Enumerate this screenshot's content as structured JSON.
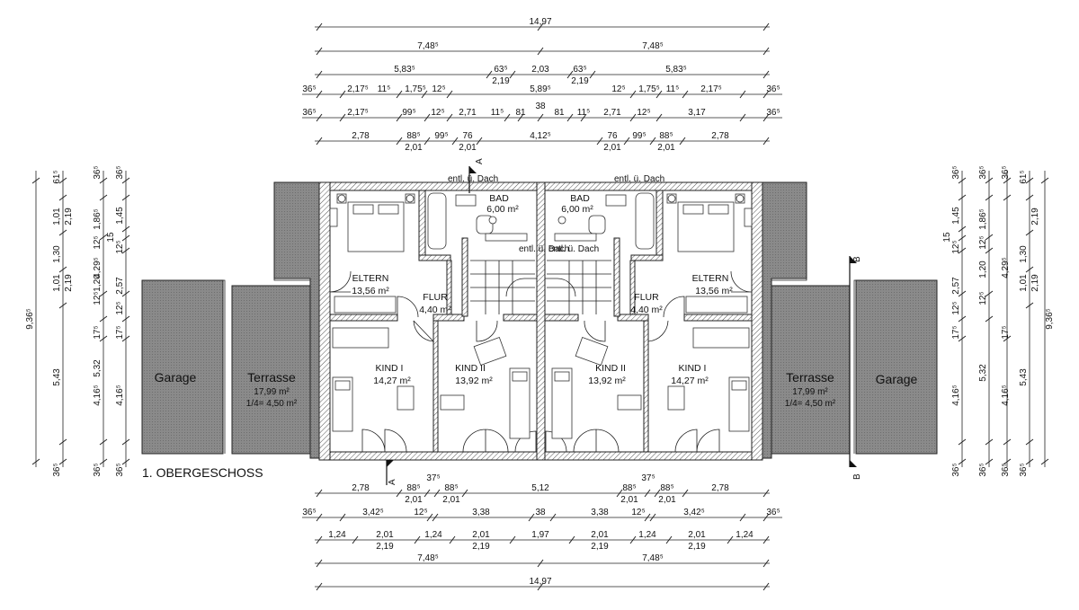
{
  "title": "1. OBERGESCHOSS",
  "rooms": {
    "eltern_left": {
      "name": "ELTERN",
      "area": "13,56 m²"
    },
    "eltern_right": {
      "name": "ELTERN",
      "area": "13,56 m²"
    },
    "flur_left": {
      "name": "FLUR",
      "area": "4,40 m²"
    },
    "flur_right": {
      "name": "FLUR",
      "area": "4,40 m²"
    },
    "bad_left": {
      "name": "BAD",
      "area": "6,00 m²"
    },
    "bad_right": {
      "name": "BAD",
      "area": "6,00 m²"
    },
    "kind1_left": {
      "name": "KIND I",
      "area": "14,27 m²"
    },
    "kind2_left": {
      "name": "KIND II",
      "area": "13,92 m²"
    },
    "kind2_right": {
      "name": "KIND II",
      "area": "13,92 m²"
    },
    "kind1_right": {
      "name": "KIND I",
      "area": "14,27 m²"
    },
    "terrasse_left": {
      "name": "Terrasse",
      "area": "17,99 m²",
      "quarter": "1/4= 4,50 m²"
    },
    "terrasse_right": {
      "name": "Terrasse",
      "area": "17,99 m²",
      "quarter": "1/4= 4,50 m²"
    },
    "garage_left": {
      "name": "Garage"
    },
    "garage_right": {
      "name": "Garage"
    }
  },
  "notes": {
    "entl_dach": "entl. ü. Dach"
  },
  "section_markers": {
    "a": "A",
    "b": "B"
  },
  "top_dims": {
    "r1": [
      "14,97"
    ],
    "r2": [
      "7,48⁵",
      "7,48⁵"
    ],
    "r3": [
      "5,83⁵",
      "63⁵",
      "2,19",
      "2,03",
      "63⁵",
      "2,19",
      "5,83⁵"
    ],
    "r4": [
      "36⁵",
      "2,17⁵",
      "11⁵",
      "1,75⁵",
      "12⁵",
      "5,89⁵",
      "12⁵",
      "1,75⁵",
      "11⁵",
      "2,17⁵",
      "36⁵"
    ],
    "r5": [
      "36⁵",
      "2,17⁵",
      "99⁵",
      "12⁵",
      "2,71",
      "11⁵",
      "81",
      "38",
      "81",
      "11⁵",
      "2,71",
      "12⁵",
      "3,17",
      "36⁵"
    ],
    "r6": [
      "2,78",
      "88⁵",
      "2,01",
      "99⁵",
      "76",
      "2,01",
      "4,12⁵",
      "76",
      "2,01",
      "99⁵",
      "88⁵",
      "2,01",
      "2,78"
    ]
  },
  "bottom_dims": {
    "r1": [
      "2,78",
      "37⁵",
      "88⁵",
      "2,01",
      "88⁵",
      "2,01",
      "5,12",
      "37⁵",
      "88⁵",
      "2,01",
      "88⁵",
      "2,01",
      "2,78"
    ],
    "r2": [
      "36⁵",
      "3,42⁵",
      "12⁵",
      "3,38",
      "38",
      "3,38",
      "12⁵",
      "3,42⁵",
      "36⁵"
    ],
    "r3": [
      "1,24",
      "2,01",
      "2,19",
      "1,24",
      "2,01",
      "2,19",
      "1,97",
      "2,01",
      "2,19",
      "1,24",
      "2,01",
      "2,19",
      "1,24"
    ],
    "r4": [
      "7,48⁵",
      "7,48⁵"
    ],
    "r5": [
      "14,97"
    ]
  },
  "left_dims": {
    "c1": [
      "9,36⁵"
    ],
    "c2": [
      "61⁵",
      "1,01",
      "2,19",
      "1,30",
      "1,01",
      "2,19",
      "5,43",
      "36⁵"
    ],
    "c3": [
      "36⁵",
      "1,86⁵",
      "12⁵",
      "4,29⁵",
      "12⁵",
      "17⁵",
      "4,16⁵",
      "36⁵"
    ],
    "c4": [
      "36⁵",
      "1,45",
      "15",
      "12⁵",
      "1,20",
      "2,57",
      "12⁵",
      "5,32",
      "17⁵",
      "4,16⁵",
      "36⁵"
    ]
  },
  "right_dims": {
    "c1": [
      "36⁵",
      "1,45",
      "15",
      "12⁵",
      "2,57",
      "12⁵",
      "17⁵",
      "4,16⁵",
      "36⁵"
    ],
    "c2": [
      "36⁵",
      "1,86⁵",
      "12⁵",
      "1,20",
      "12⁵",
      "5,32",
      "36⁵"
    ],
    "c3": [
      "36⁵",
      "4,29⁵",
      "17⁵",
      "4,16⁵",
      "36⁵"
    ],
    "c4": [
      "61⁵",
      "2,19",
      "1,30",
      "1,01",
      "2,19",
      "5,43",
      "36⁵"
    ],
    "c5": [
      "9,36⁵"
    ]
  }
}
